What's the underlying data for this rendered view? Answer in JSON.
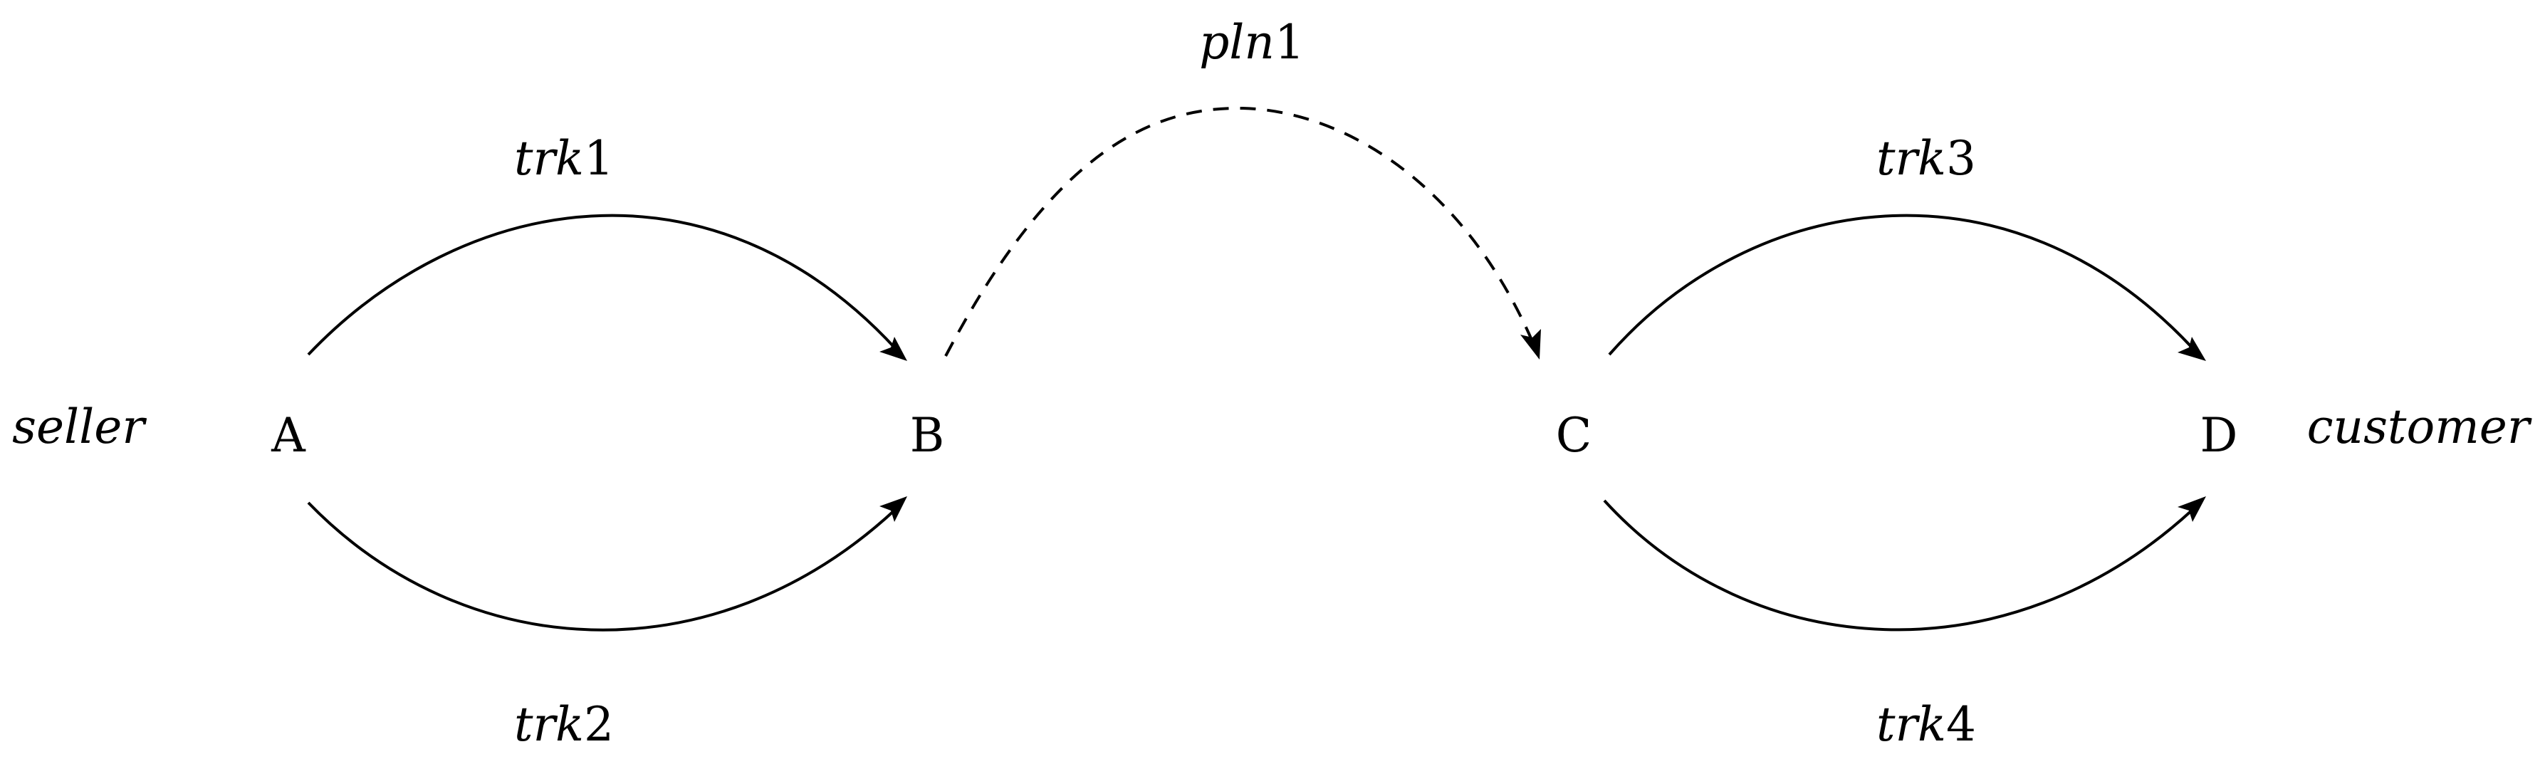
{
  "nodes": {
    "a": "A",
    "b": "B",
    "c": "C",
    "d": "D"
  },
  "sides": {
    "left": "seller",
    "right": "customer"
  },
  "edges": {
    "trk1": {
      "name": "trk",
      "num": "1"
    },
    "trk2": {
      "name": "trk",
      "num": "2"
    },
    "pln1": {
      "name": "pln",
      "num": "1"
    },
    "trk3": {
      "name": "trk",
      "num": "3"
    },
    "trk4": {
      "name": "trk",
      "num": "4"
    }
  }
}
